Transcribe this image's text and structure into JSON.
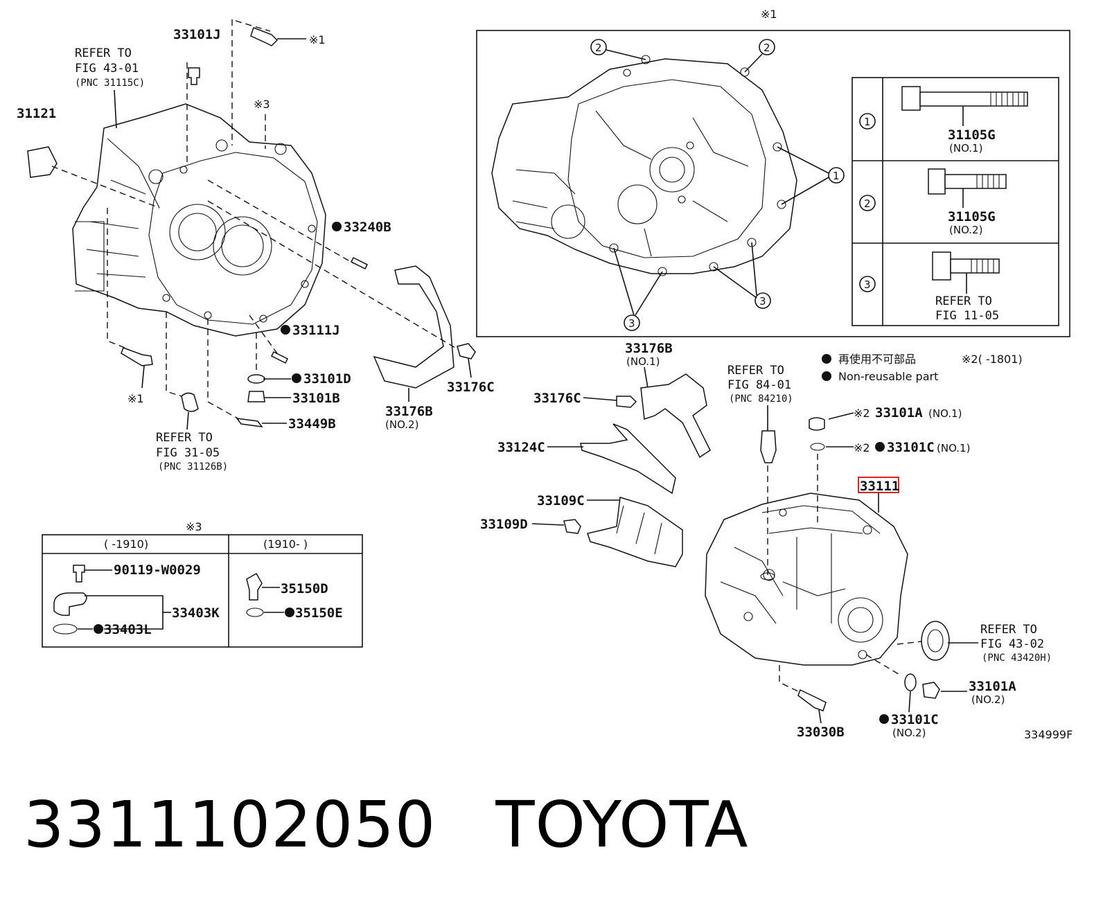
{
  "callouts": {
    "c33101J": "33101J",
    "c31121": "31121",
    "c33240B": "33240B",
    "c33111J": "33111J",
    "c33101D": "33101D",
    "c33101B": "33101B",
    "c33449B": "33449B",
    "c33176C_a": "33176C",
    "c33176B_no2": "33176B",
    "c33176B_no1": "33176B",
    "c33176C_b": "33176C",
    "c33124C": "33124C",
    "c33109C": "33109C",
    "c33109D": "33109D",
    "c33101A_no1": "33101A",
    "c33101C_no1": "33101C",
    "c33111": "33111",
    "c33101A_no2": "33101A",
    "c33101C_no2": "33101C",
    "c33030B": "33030B",
    "c31105G_1": "31105G",
    "c31105G_2": "31105G",
    "c90119": "90119-W0029",
    "c33403K": "33403K",
    "c33403L": "33403L",
    "c35150D": "35150D",
    "c35150E": "35150E"
  },
  "qualifiers": {
    "no1": "(NO.1)",
    "no2": "(NO.2)"
  },
  "refs": {
    "fig4301_a": "REFER TO",
    "fig4301_b": "FIG 43-01",
    "fig4301_c": "(PNC 31115C)",
    "fig3105_a": "REFER TO",
    "fig3105_b": "FIG 31-05",
    "fig3105_c": "(PNC 31126B)",
    "fig8401_a": "REFER TO",
    "fig8401_b": "FIG 84-01",
    "fig8401_c": "(PNC 84210)",
    "fig4302_a": "REFER TO",
    "fig4302_b": "FIG 43-02",
    "fig4302_c": "(PNC 43420H)",
    "fig1105_a": "REFER TO",
    "fig1105_b": "FIG 11-05"
  },
  "marks": {
    "ref1": "※1",
    "ref2": "※2",
    "ref3": "※3"
  },
  "legend": {
    "jp": "再使用不可部品",
    "en": "Non-reusable part",
    "range2": "※2(    -1801)"
  },
  "inset_table": {
    "col_left": "(    -1910)",
    "col_right": "(1910-    )"
  },
  "bolt_table": {
    "rows": [
      "1",
      "2",
      "3"
    ]
  },
  "circled": {
    "one": "1",
    "two": "2",
    "three": "3"
  },
  "code": "334999F",
  "footer": {
    "part_number": "3311102050",
    "brand": "TOYOTA"
  }
}
